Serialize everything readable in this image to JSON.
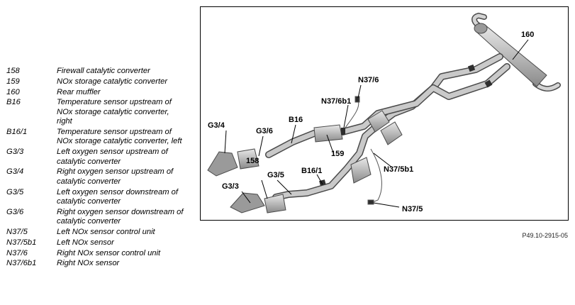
{
  "legend": [
    {
      "code": "158",
      "desc": "Firewall catalytic converter"
    },
    {
      "code": "159",
      "desc": "NOx storage catalytic converter"
    },
    {
      "code": "160",
      "desc": "Rear muffler"
    },
    {
      "code": "B16",
      "desc": "Temperature sensor upstream of NOx storage catalytic converter, right"
    },
    {
      "code": "B16/1",
      "desc": "Temperature sensor upstream of NOx storage catalytic converter, left"
    },
    {
      "code": "G3/3",
      "desc": "Left oxygen sensor upstream of catalytic converter"
    },
    {
      "code": "G3/4",
      "desc": "Right oxygen sensor upstream of catalytic converter"
    },
    {
      "code": "G3/5",
      "desc": "Left oxygen sensor downstream of catalytic converter"
    },
    {
      "code": "G3/6",
      "desc": "Right oxygen sensor downstream of catalytic converter"
    },
    {
      "code": "N37/5",
      "desc": "Left NOx sensor control unit"
    },
    {
      "code": "N37/5b1",
      "desc": "Left NOx sensor"
    },
    {
      "code": "N37/6",
      "desc": "Right NOx sensor control unit"
    },
    {
      "code": "N37/6b1",
      "desc": "Right NOx sensor"
    }
  ],
  "diagram_labels": {
    "l160": "160",
    "l_n376": "N37/6",
    "l_n376b1": "N37/6b1",
    "l_b16": "B16",
    "l_g34": "G3/4",
    "l_g36": "G3/6",
    "l_159": "159",
    "l_n375b1": "N37/5b1",
    "l_158": "158",
    "l_g35": "G3/5",
    "l_b161": "B16/1",
    "l_g33": "G3/3",
    "l_n375": "N37/5"
  },
  "reference": "P49.10-2915-05",
  "colors": {
    "pipe": "#c9c9c9",
    "outline": "#4a4a4a",
    "clamp": "#2e2e2e"
  }
}
